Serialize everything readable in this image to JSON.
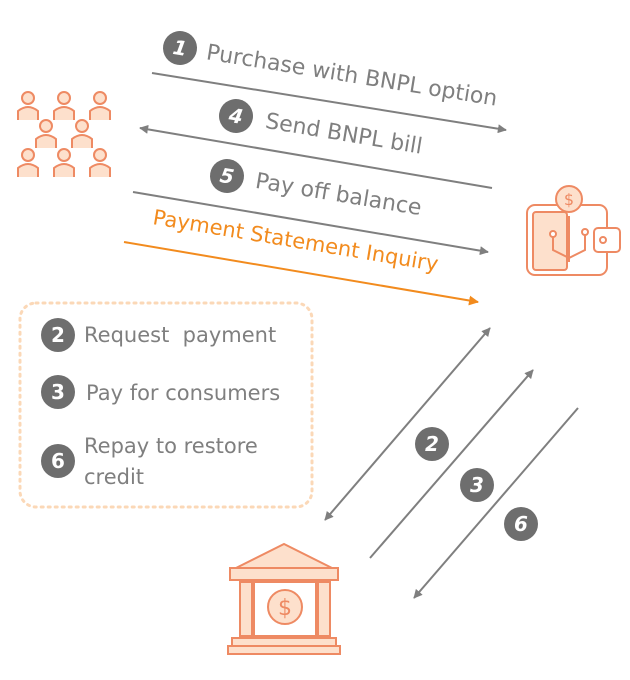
{
  "colors": {
    "gray": "#7f7f7f",
    "badge": "#6e6e6e",
    "orange": "#f28b1e",
    "icon_stroke": "#ee8a63",
    "icon_fill": "#fde0cc",
    "legend_border": "#fbd8b7"
  },
  "icons": {
    "consumers": "consumers-group-icon",
    "merchant": "wallet-coin-icon",
    "bank": "bank-dollar-icon"
  },
  "flows": [
    {
      "number": "1",
      "label": "Purchase with BNPL option"
    },
    {
      "number": "4",
      "label": "Send BNPL bill"
    },
    {
      "number": "5",
      "label": "Pay off balance"
    },
    {
      "inquiry": "Payment Statement Inquiry"
    }
  ],
  "legend": [
    {
      "number": "2",
      "label": "Request  payment"
    },
    {
      "number": "3",
      "label": "Pay for consumers"
    },
    {
      "number": "6",
      "line1": "Repay to restore",
      "line2": "credit"
    }
  ],
  "diagonal_badges": [
    "2",
    "3",
    "6"
  ]
}
